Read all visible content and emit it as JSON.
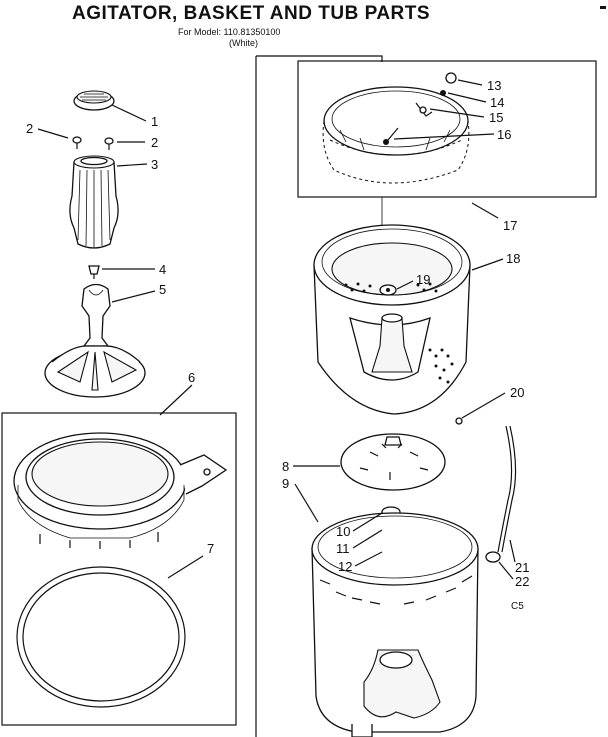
{
  "header": {
    "title": "AGITATOR, BASKET AND TUB PARTS",
    "model_line": "For Model: 110.81350100",
    "color_line": "(White)"
  },
  "callouts": [
    "1",
    "2",
    "2",
    "3",
    "4",
    "5",
    "6",
    "7",
    "8",
    "9",
    "10",
    "11",
    "12",
    "13",
    "14",
    "15",
    "16",
    "17",
    "18",
    "19",
    "20",
    "21",
    "22"
  ],
  "page_code": "C5"
}
